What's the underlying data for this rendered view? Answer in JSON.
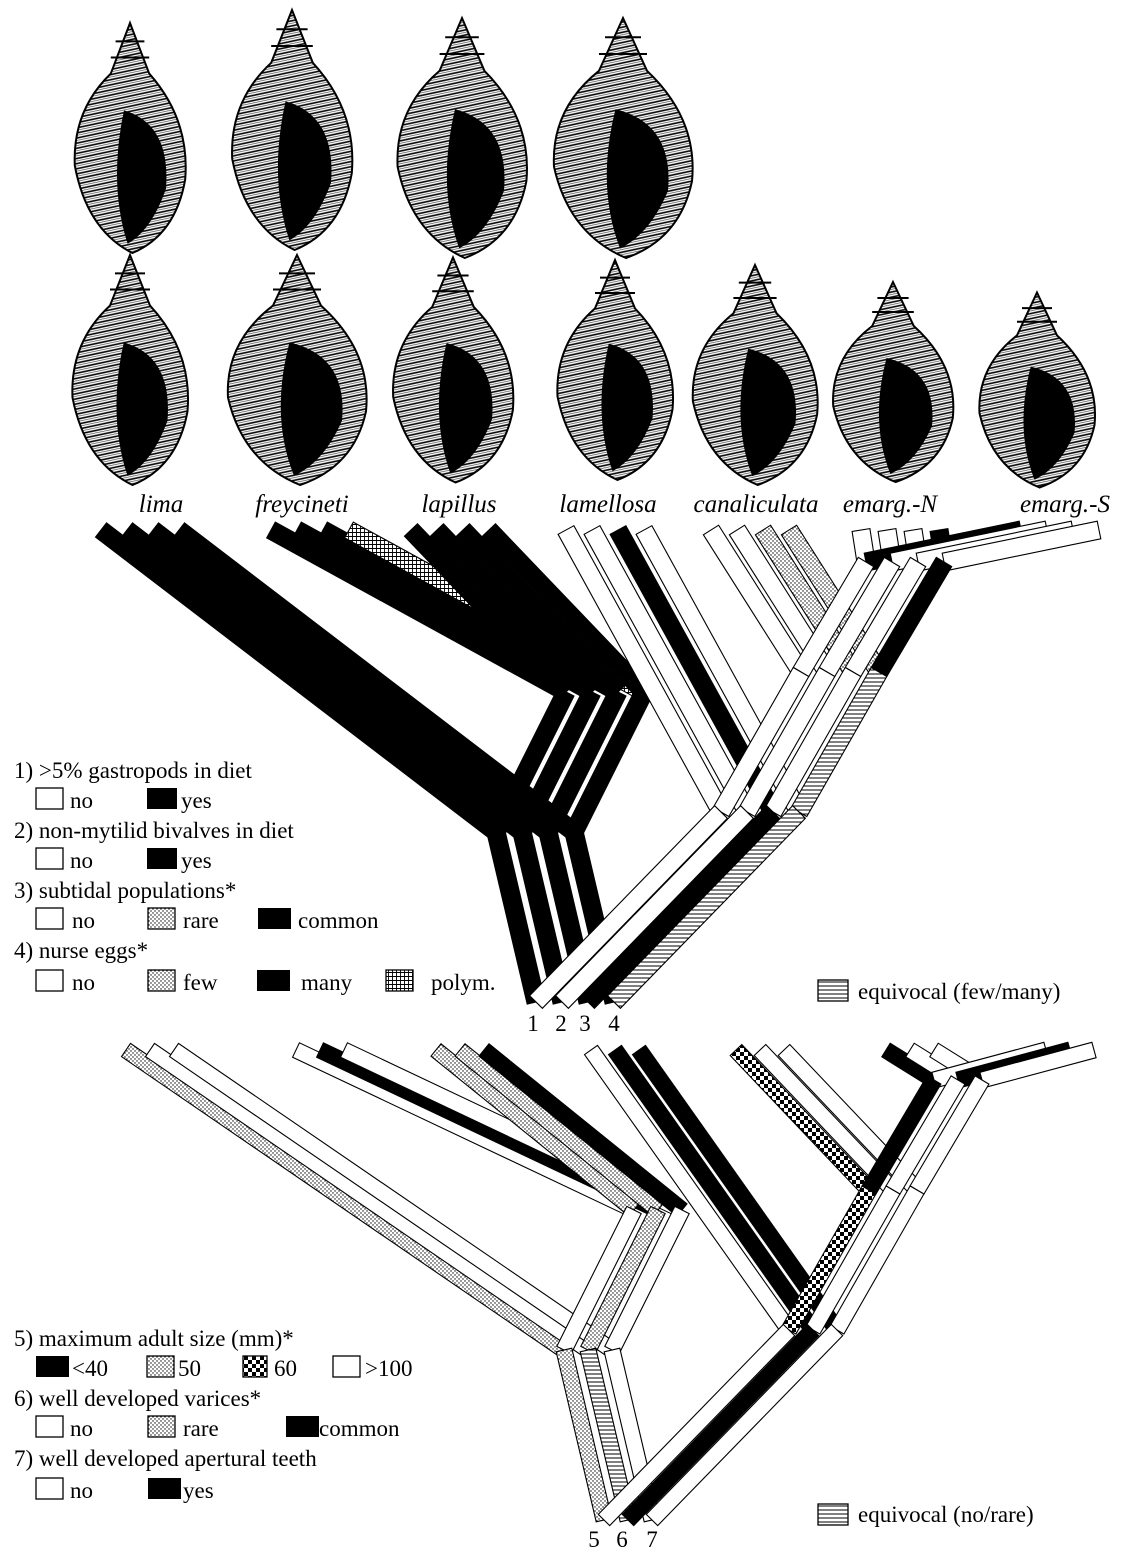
{
  "colors": {
    "ink": "#000000",
    "paper": "#ffffff"
  },
  "top_row_taxa": [
    "lima",
    "freycineti",
    "lapillus",
    "lamellosa"
  ],
  "taxa": [
    "lima",
    "freycineti",
    "lapillus",
    "lamellosa",
    "canaliculata",
    "emarg.-N",
    "emarg.-S"
  ],
  "character_numbers_top": [
    "1",
    "2",
    "3",
    "4"
  ],
  "character_numbers_bottom": [
    "5",
    "6",
    "7"
  ],
  "legend_top": [
    {
      "title": "1) >5% gastropods in diet",
      "states": [
        {
          "label": "no",
          "pattern": "white"
        },
        {
          "label": "yes",
          "pattern": "black"
        }
      ]
    },
    {
      "title": "2) non-mytilid bivalves in diet",
      "states": [
        {
          "label": "no",
          "pattern": "white"
        },
        {
          "label": "yes",
          "pattern": "black"
        }
      ]
    },
    {
      "title": "3) subtidal populations*",
      "states": [
        {
          "label": "no",
          "pattern": "white"
        },
        {
          "label": "rare",
          "pattern": "dots"
        },
        {
          "label": "common",
          "pattern": "black"
        }
      ]
    },
    {
      "title": "4) nurse eggs*",
      "states": [
        {
          "label": "no",
          "pattern": "white"
        },
        {
          "label": "few",
          "pattern": "dots"
        },
        {
          "label": "many",
          "pattern": "black"
        },
        {
          "label": "polym.",
          "pattern": "grid"
        }
      ]
    }
  ],
  "equivocal_top": "equivocal (few/many)",
  "legend_bottom": [
    {
      "title": "5) maximum adult size (mm)*",
      "states": [
        {
          "label": "<40",
          "pattern": "black"
        },
        {
          "label": "50",
          "pattern": "dots"
        },
        {
          "label": "60",
          "pattern": "checker"
        },
        {
          "label": ">100",
          "pattern": "white"
        }
      ]
    },
    {
      "title": "6) well developed varices*",
      "states": [
        {
          "label": "no",
          "pattern": "white"
        },
        {
          "label": "rare",
          "pattern": "dots"
        },
        {
          "label": "common",
          "pattern": "black"
        }
      ]
    },
    {
      "title": "7) well developed apertural teeth",
      "states": [
        {
          "label": "no",
          "pattern": "white"
        },
        {
          "label": "yes",
          "pattern": "black"
        }
      ]
    }
  ],
  "equivocal_bottom": "equivocal (no/rare)",
  "trees": {
    "top": {
      "states": {
        "lima": [
          "black",
          "black",
          "black",
          "black"
        ],
        "freycineti": [
          "black",
          "black",
          "black",
          "grid"
        ],
        "lapillus": [
          "black",
          "black",
          "black",
          "black"
        ],
        "lamellosa": [
          "white",
          "white",
          "black",
          "white"
        ],
        "canaliculata": [
          "white",
          "white",
          "dots",
          "dots"
        ],
        "emarg.-N": [
          "white",
          "white",
          "white",
          "black"
        ],
        "emarg.-S": [
          "black",
          "white",
          "white",
          "white"
        ]
      },
      "nodes": {
        "lima_clade": [
          "black",
          "black",
          "black",
          "black"
        ],
        "lap_frey": [
          "black",
          "black",
          "black",
          "black"
        ],
        "emarg": [
          "white",
          "white",
          "white",
          "black"
        ],
        "can_emarg": [
          "white",
          "white",
          "white",
          "hatch"
        ],
        "lam_can_em": [
          "white",
          "white",
          "black",
          "hatch"
        ]
      }
    },
    "bottom": {
      "states": {
        "lima": [
          "dots",
          "white",
          "white"
        ],
        "freycineti": [
          "white",
          "black",
          "white"
        ],
        "lapillus": [
          "dots",
          "dots",
          "black"
        ],
        "lamellosa": [
          "white",
          "black",
          "black"
        ],
        "canaliculata": [
          "checker",
          "white",
          "white"
        ],
        "emarg.-N": [
          "black",
          "white",
          "white"
        ],
        "emarg.-S": [
          "white",
          "black",
          "white"
        ]
      },
      "nodes": {
        "lima_clade": [
          "dots",
          "hatch",
          "white"
        ],
        "lap_frey": [
          "white",
          "dots",
          "white"
        ],
        "emarg": [
          "black",
          "white",
          "white"
        ],
        "can_emarg": [
          "checker",
          "white",
          "white"
        ],
        "lam_can_em": [
          "white",
          "black",
          "white"
        ]
      }
    }
  },
  "shell_icon_names": [
    "shell-lima-1",
    "shell-freycineti-1",
    "shell-lapillus-1",
    "shell-lamellosa-1",
    "shell-lima-2",
    "shell-freycineti-2",
    "shell-lapillus-2",
    "shell-lamellosa-2",
    "shell-canaliculata",
    "shell-emarg-n",
    "shell-emarg-s"
  ]
}
